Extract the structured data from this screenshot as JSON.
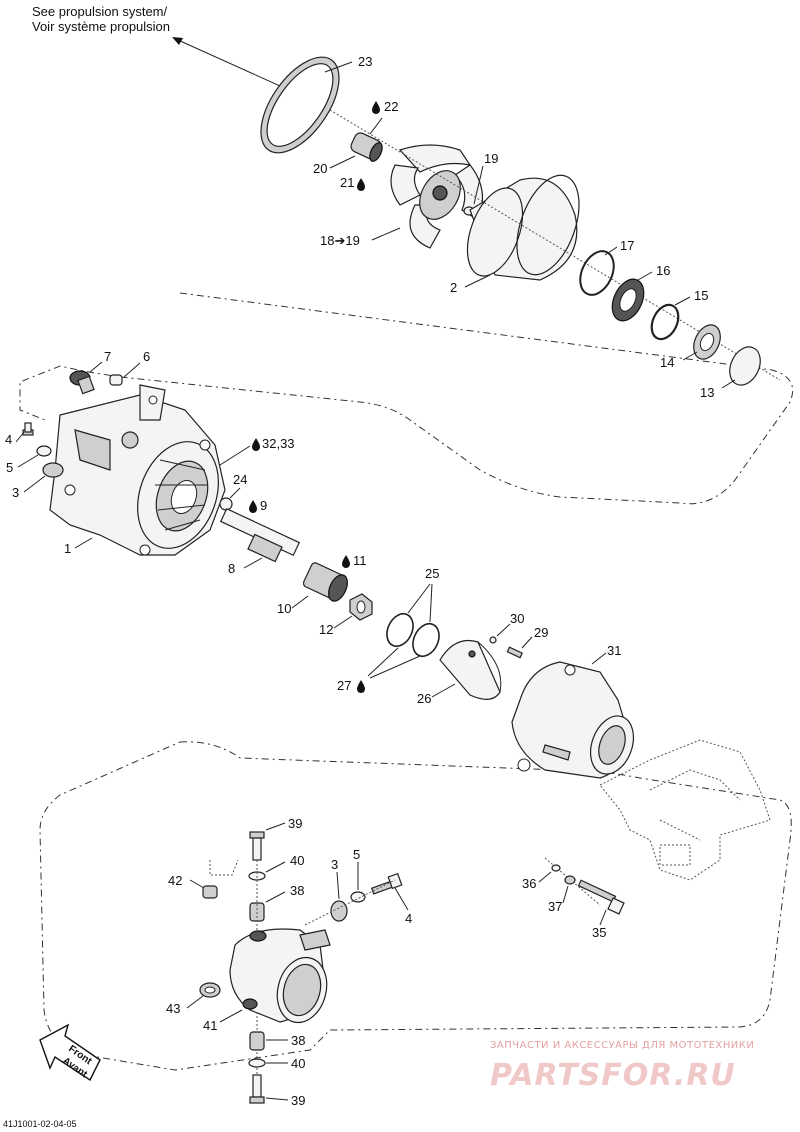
{
  "header": {
    "line1": "See propulsion system/",
    "line2": "Voir système propulsion"
  },
  "callouts": {
    "c1": "1",
    "c2": "2",
    "c3a": "3",
    "c3b": "3",
    "c4a": "4",
    "c4b": "4",
    "c5a": "5",
    "c5b": "5",
    "c6": "6",
    "c7": "7",
    "c8": "8",
    "c9": "9",
    "c10": "10",
    "c11": "11",
    "c12": "12",
    "c13": "13",
    "c14": "14",
    "c15": "15",
    "c16": "16",
    "c17": "17",
    "c18_19": "18➔19",
    "c19": "19",
    "c20": "20",
    "c21": "21",
    "c22": "22",
    "c23": "23",
    "c24": "24",
    "c25": "25",
    "c26": "26",
    "c27": "27",
    "c29": "29",
    "c30": "30",
    "c31": "31",
    "c32_33": "32,33",
    "c35": "35",
    "c36": "36",
    "c37": "37",
    "c38a": "38",
    "c38b": "38",
    "c39a": "39",
    "c39b": "39",
    "c40a": "40",
    "c40b": "40",
    "c41": "41",
    "c42": "42",
    "c43": "43"
  },
  "front_arrow": {
    "line1": "Front",
    "line2": "Avant"
  },
  "watermark": {
    "line1": "ЗАПЧАСТИ И АКСЕССУАРЫ ДЛЯ МОТОТЕХНИКИ",
    "line2": "PARTSFOR.RU"
  },
  "reference": "41J1001-02-04-05",
  "icons": [
    "droplet-icon",
    "arrow-icon"
  ],
  "colors": {
    "line": "#222222",
    "watermark": "#e3a0a0"
  }
}
